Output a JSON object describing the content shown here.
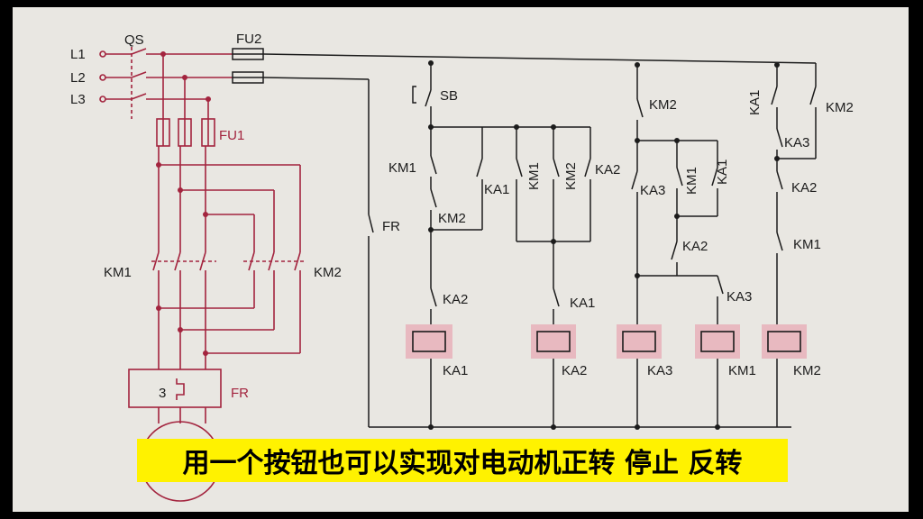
{
  "colors": {
    "power": "#a3243e",
    "control": "#1c1c1c",
    "coil_fill": "#e8b9c0",
    "caption_bg": "#fff200"
  },
  "power_circuit": {
    "phases": [
      "L1",
      "L2",
      "L3"
    ],
    "switch": "QS",
    "fuse_main": "FU1",
    "fuse_ctrl": "FU2",
    "contactor_left": "KM1",
    "contactor_right": "KM2",
    "overload": "FR",
    "overload_symbol": "3"
  },
  "control_circuit": {
    "button": "SB",
    "fr_contact": "FR",
    "col1": {
      "c1": "KM1",
      "c2": "KM2",
      "c3": "KA2",
      "hold": "KA1",
      "coil": "KA1"
    },
    "col2": {
      "p1": "KM1",
      "p2": "KM2",
      "p3": "KA2",
      "c1": "KA1",
      "coil": "KA2"
    },
    "col3": {
      "top": "KM2",
      "c1": "KA3",
      "p1": "KM1",
      "p2": "KA1",
      "c2": "KA2",
      "coil": "KA3"
    },
    "col4": {
      "c1": "KA3",
      "coil": "KM1"
    },
    "col5": {
      "top_l": "KA1",
      "top_r": "KM2",
      "c1": "KA3",
      "c2": "KA2",
      "c3": "KM1",
      "coil": "KM2"
    }
  },
  "caption": "用一个按钮也可以实现对电动机正转 停止 反转"
}
